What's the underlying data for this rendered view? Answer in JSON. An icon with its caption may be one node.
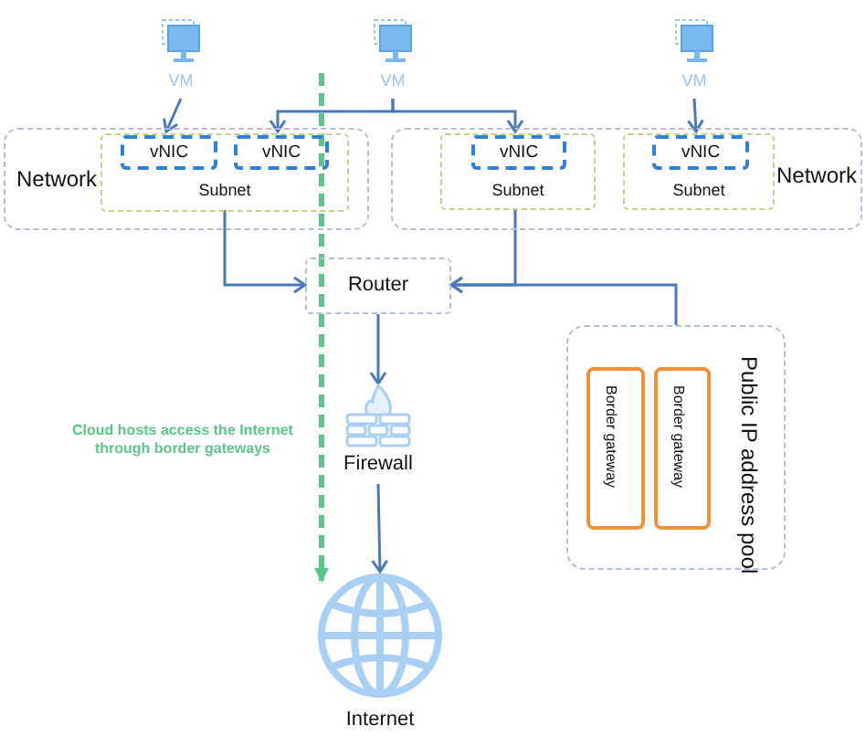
{
  "diagram": {
    "nodes": [
      {
        "text": [
          "VM"
        ]
      },
      {
        "text": [
          "VM"
        ]
      },
      {
        "text": [
          "VM"
        ]
      },
      {
        "text": [
          "Network"
        ]
      },
      {
        "text": [
          "Subnet"
        ],
        "in": 3
      },
      {
        "text": [
          "vNIC"
        ],
        "in": 4
      },
      {
        "text": [
          "vNIC"
        ],
        "in": 4
      },
      {
        "text": [
          "Network"
        ]
      },
      {
        "text": [
          "Subnet"
        ],
        "in": 7
      },
      {
        "text": [
          "vNIC"
        ],
        "in": 8
      },
      {
        "text": [
          "Subnet"
        ],
        "in": 7
      },
      {
        "text": [
          "vNIC"
        ],
        "in": 10
      },
      {
        "text": [
          "Router"
        ]
      },
      {
        "text": [
          "Firewall"
        ]
      },
      {
        "text": [
          "Internet"
        ]
      },
      {
        "text": [
          "Public IP address pool"
        ]
      },
      {
        "text": [
          "Border gateway"
        ],
        "in": 15
      },
      {
        "text": [
          "Border gateway"
        ],
        "in": 15
      }
    ],
    "edges": [
      {
        "from": 0,
        "to": 5,
        "arrow": "to"
      },
      {
        "from": 1,
        "to": 6,
        "arrow": "to"
      },
      {
        "from": 1,
        "to": 9,
        "arrow": "to"
      },
      {
        "from": 2,
        "to": 11,
        "arrow": "to"
      },
      {
        "from": 4,
        "to": 12,
        "arrow": "to"
      },
      {
        "from": 8,
        "to": 12,
        "arrow": "to"
      },
      {
        "from": 15,
        "to": 12,
        "arrow": "to"
      },
      {
        "from": 12,
        "to": 13,
        "arrow": "to"
      },
      {
        "from": 13,
        "to": 14,
        "arrow": "to"
      },
      {
        "from": null,
        "to": 14,
        "arrow": "to",
        "style": "dashed",
        "color": "#5cc58a"
      }
    ],
    "labels": [
      "Cloud hosts access the Internet through border gateways"
    ]
  }
}
